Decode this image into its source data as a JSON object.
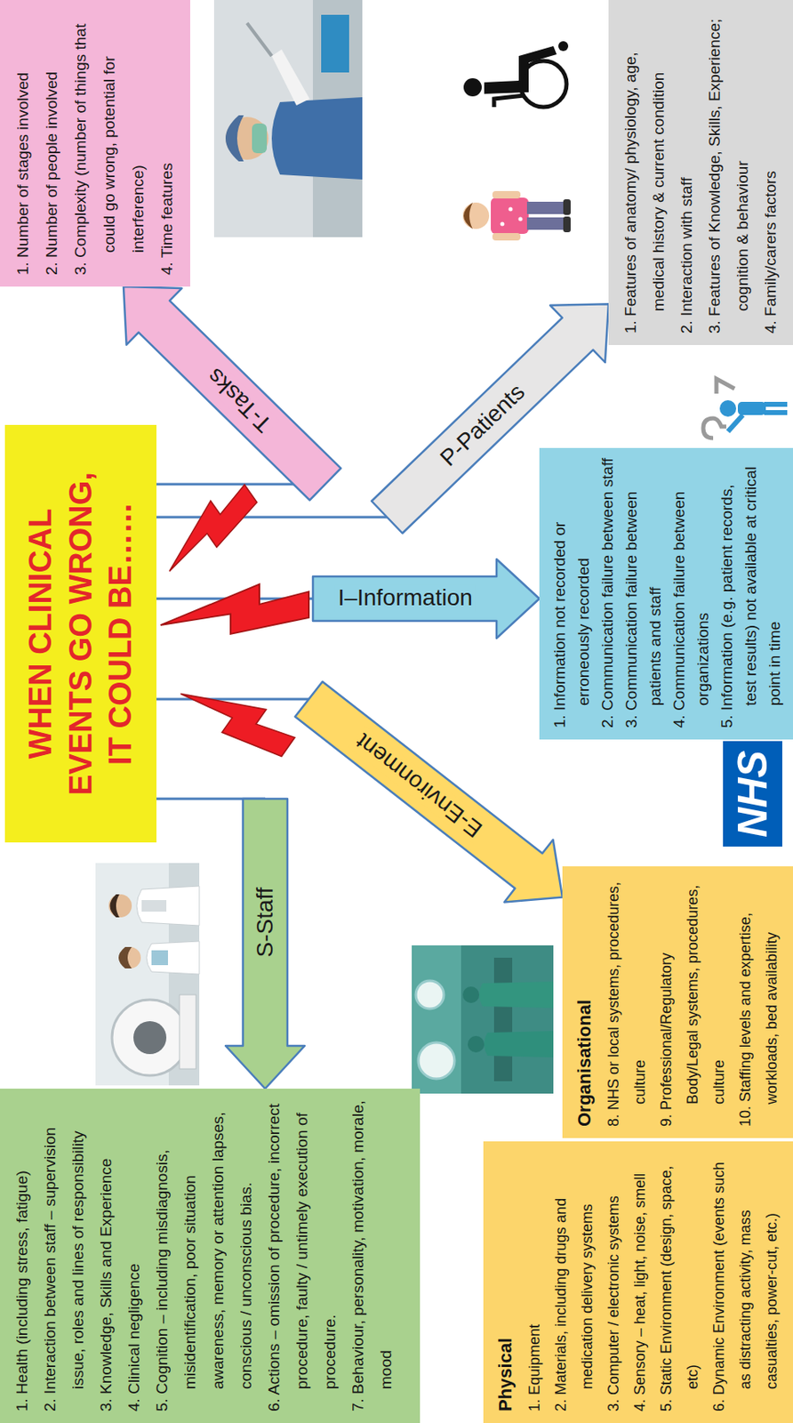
{
  "diagram": {
    "nodes": [
      {
        "text": [
          "WHEN CLINICAL EVENTS GO WRONG, IT COULD BE……"
        ]
      },
      {
        "text": [
          "1. Health (including stress, fatigue)",
          "2. Interaction between staff – supervision issue, roles and lines of responsibility",
          "3. Knowledge, Skills and Experience",
          "4. Clinical negligence",
          "5. Cognition – including misdiagnosis, misidentification, poor situation awareness, memory or attention lapses, conscious / unconscious bias.",
          "6. Actions – omission of procedure, incorrect procedure, faulty / untimely execution of procedure.",
          "7. Behaviour, personality, motivation, morale, mood"
        ]
      },
      {
        "text": [
          "1. Number of stages involved",
          "2. Number of people involved",
          "3. Complexity (number of things that could go wrong, potential for interference)",
          "4. Time features"
        ]
      },
      {
        "text": [
          "1. Features of anatomy/ physiology, age, medical history & current condition",
          "2. Interaction with staff",
          "3. Features of Knowledge, Skills, Experience; cognition & behaviour",
          "4. Family/carers factors"
        ]
      },
      {
        "text": [
          "1. Information not recorded or erroneously recorded",
          "2. Communication failure between staff",
          "3. Communication failure between patients and staff",
          "4. Communication failure between organizations",
          "5. Information (e.g. patient records, test results) not available at critical point in time"
        ]
      },
      {
        "text": [
          "Physical",
          "1. Equipment",
          "2. Materials, including drugs and medication delivery systems",
          "3. Computer / electronic systems",
          "4. Sensory – heat, light, noise, smell",
          "5. Static Environment (design, space, etc)",
          "6. Dynamic Environment (events such as distracting activity, mass casualties, power-cut, etc.)"
        ]
      },
      {
        "text": [
          "Organisational",
          "8. NHS or local systems, procedures, culture",
          "9. Professional/Regulatory Body/Legal systems, procedures, culture",
          "10. Staffing levels and expertise, workloads, bed availability"
        ]
      }
    ],
    "edges": [
      {
        "from": 0,
        "to": 2,
        "label": "T-Tasks",
        "arrow": "to"
      },
      {
        "from": 0,
        "to": 3,
        "label": "P-Patients",
        "arrow": "to"
      },
      {
        "from": 0,
        "to": 4,
        "label": "I–Information",
        "arrow": "to"
      },
      {
        "from": 0,
        "to": 6,
        "label": "E-Environment",
        "arrow": "to"
      },
      {
        "from": 0,
        "to": 1,
        "label": "S-Staff",
        "arrow": "to"
      }
    ],
    "labels": [
      "NHS"
    ]
  }
}
